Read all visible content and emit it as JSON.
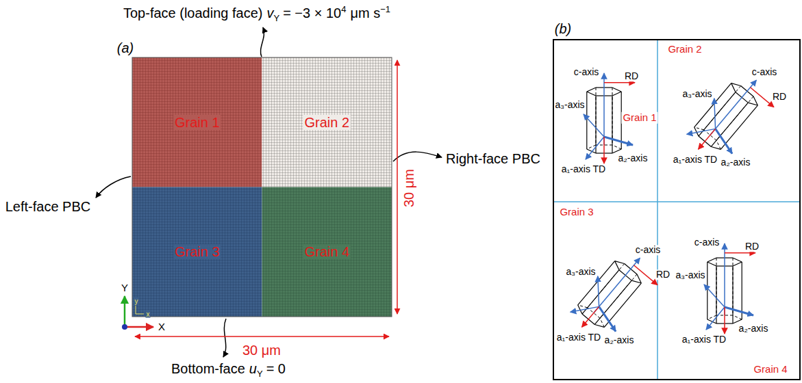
{
  "diagram": {
    "nodes": [
      {
        "text": [
          "Grain 1"
        ]
      },
      {
        "text": [
          "Grain 2"
        ]
      },
      {
        "text": [
          "Grain 3"
        ]
      },
      {
        "text": [
          "Grain 4"
        ]
      },
      {
        "text": [
          "Grain 1"
        ]
      },
      {
        "text": [
          "Grain 2"
        ]
      },
      {
        "text": [
          "Grain 3"
        ]
      },
      {
        "text": [
          "Grain 4"
        ]
      }
    ],
    "labels": [
      "Top-face (loading face)",
      "v",
      "Y",
      "= −3 × 10",
      "4",
      "μm s",
      "−1",
      "(a)",
      "Left-face PBC",
      "Right-face PBC",
      "30 μm",
      "30 μm",
      "Bottom-face",
      "u",
      "Y",
      "= 0",
      "Y",
      "X",
      "y",
      "x",
      "(b)",
      "c-axis",
      "RD",
      "a₃-axis",
      "a₂-axis",
      "a₁-axis TD",
      "c-axis",
      "RD",
      "a₃-axis",
      "a₂-axis",
      "a₁-axis TD",
      "c-axis",
      "RD",
      "a₃-axis",
      "a₂-axis",
      "a₁-axis TD",
      "c-axis",
      "RD",
      "a₃-axis",
      "a₂-axis",
      "a₁-axis TD"
    ]
  }
}
